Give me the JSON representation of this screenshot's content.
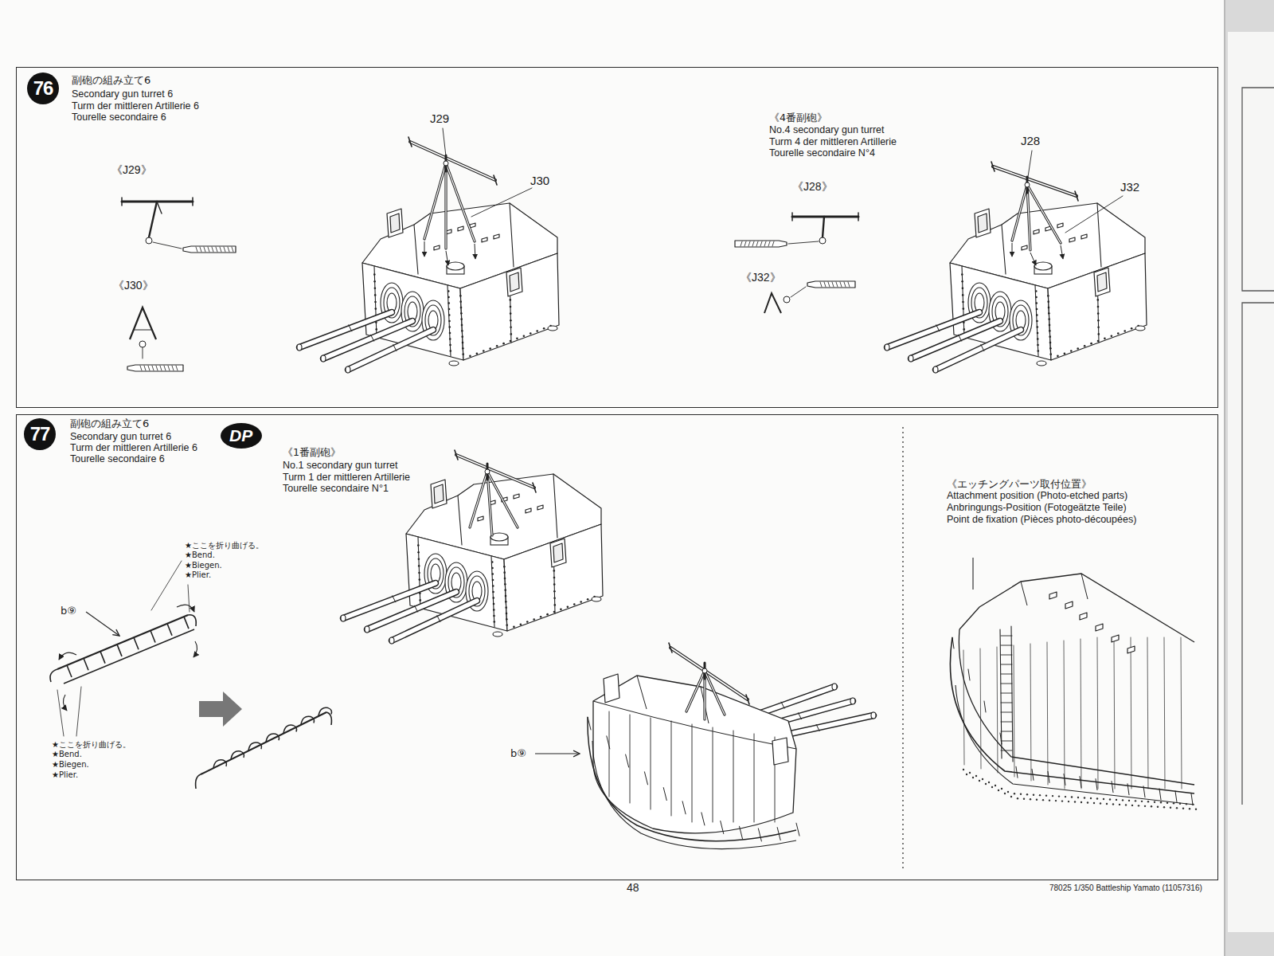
{
  "diagram": {
    "nodes": [
      {
        "text": [
          "76",
          "副砲の組み立て6",
          "Secondary gun turret 6",
          "Turm der mittleren Artillerie 6",
          "Tourelle secondaire 6"
        ]
      },
      {
        "text": [
          "77",
          "副砲の組み立て6",
          "Secondary gun turret 6",
          "Turm der mittleren Artillerie 6",
          "Tourelle secondaire 6"
        ]
      },
      {
        "text": [
          "DP"
        ],
        "in": 1
      }
    ],
    "labels": [
      "《J29》",
      "《J30》",
      "J29",
      "J30",
      "《4番副砲》",
      "No.4 secondary gun turret",
      "Turm 4 der mittleren Artillerie",
      "Tourelle secondaire N°4",
      "《J28》",
      "《J32》",
      "J28",
      "J32",
      "《1番副砲》",
      "No.1 secondary gun turret",
      "Turm 1 der mittleren Artillerie",
      "Tourelle secondaire N°1",
      "★ここを折り曲げる。",
      "★Bend.",
      "★Biegen.",
      "★Plier.",
      "b⑨",
      "★ここを折り曲げる。",
      "★Bend.",
      "★Biegen.",
      "★Plier.",
      "b⑨",
      "《エッチングパーツ取付位置》",
      "Attachment position (Photo-etched parts)",
      "Anbringungs-Position (Fotogeätzte Teile)",
      "Point de fixation (Pièces photo-découpées)",
      "48",
      "78025 1/350 Battleship Yamato (11057316)"
    ]
  }
}
